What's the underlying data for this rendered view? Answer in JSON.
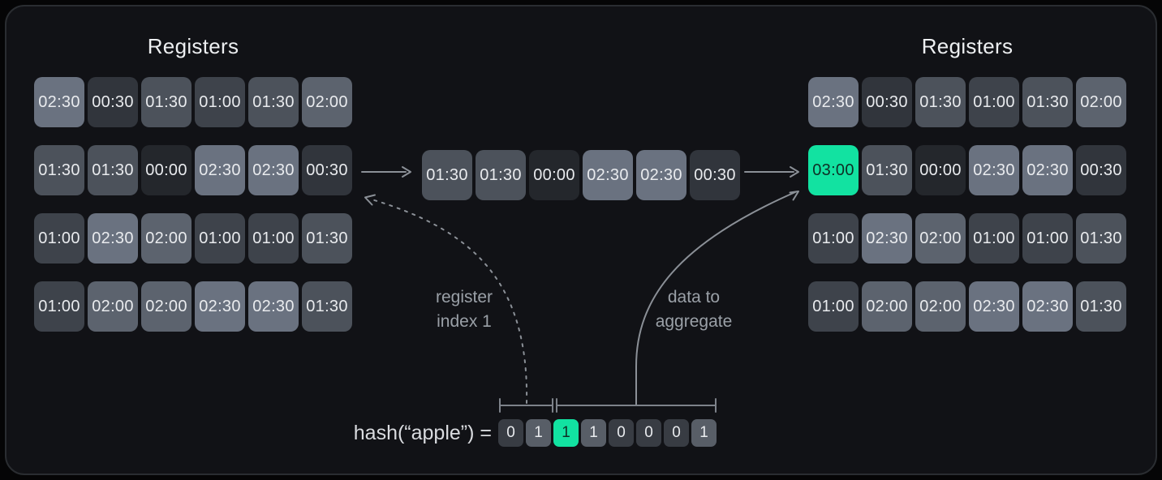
{
  "diagram": {
    "left_registers": {
      "title": "Registers",
      "rows": [
        [
          "02:30",
          "00:30",
          "01:30",
          "01:00",
          "01:30",
          "02:00"
        ],
        [
          "01:30",
          "01:30",
          "00:00",
          "02:30",
          "02:30",
          "00:30"
        ],
        [
          "01:00",
          "02:30",
          "02:00",
          "01:00",
          "01:00",
          "01:30"
        ],
        [
          "01:00",
          "02:00",
          "02:00",
          "02:30",
          "02:30",
          "01:30"
        ]
      ]
    },
    "right_registers": {
      "title": "Registers",
      "rows": [
        [
          "02:30",
          "00:30",
          "01:30",
          "01:00",
          "01:30",
          "02:00"
        ],
        [
          "03:00",
          "01:30",
          "00:00",
          "02:30",
          "02:30",
          "00:30"
        ],
        [
          "01:00",
          "02:30",
          "02:00",
          "01:00",
          "01:00",
          "01:30"
        ],
        [
          "01:00",
          "02:00",
          "02:00",
          "02:30",
          "02:30",
          "01:30"
        ]
      ],
      "highlight": {
        "row": 1,
        "col": 0
      }
    },
    "incoming_row": {
      "cells": [
        "01:30",
        "01:30",
        "00:00",
        "02:30",
        "02:30",
        "00:30"
      ]
    },
    "hash": {
      "label": "hash(“apple”) =",
      "bits": [
        "0",
        "1",
        "1",
        "1",
        "0",
        "0",
        "0",
        "1"
      ],
      "highlight_index": 2
    },
    "labels": {
      "register_index_line1": "register",
      "register_index_line2": "index 1",
      "aggregate_line1": "data to",
      "aggregate_line2": "aggregate"
    }
  },
  "colors": {
    "accent_green": "#12e2a1",
    "green_text": "#0e2f25",
    "line_gray": "#8b9097",
    "bracket_gray": "#7d828a",
    "value_shades": {
      "00:00": "#24272c",
      "00:30": "#31353c",
      "01:00": "#3e434b",
      "01:30": "#4c525b",
      "02:00": "#5c636e",
      "02:30": "#6a7280",
      "03:00": "#12e2a1"
    },
    "bit_shades": {
      "0": "#383c43",
      "1": "#585e67"
    }
  }
}
